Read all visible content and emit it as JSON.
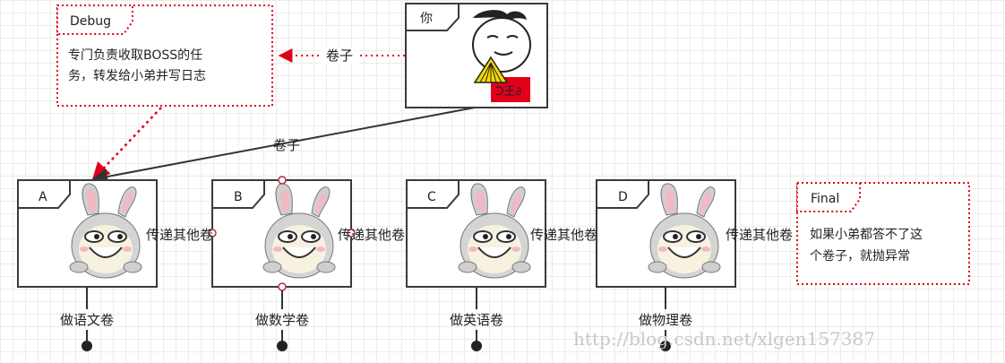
{
  "you": {
    "tag": "你"
  },
  "debug": {
    "tag": "Debug",
    "text_line1": "专门负责收取BOSS的任",
    "text_line2": "务，转发给小弟并写日志"
  },
  "final": {
    "tag": "Final",
    "text_line1": "如果小弟都答不了这",
    "text_line2": "个卷子，就抛异常"
  },
  "edges": {
    "you_to_debug": "卷子",
    "you_to_a": "卷子"
  },
  "nodes": [
    {
      "tag": "A",
      "task": "做语文卷",
      "pass": "传递其他卷"
    },
    {
      "tag": "B",
      "task": "做数学卷",
      "pass": "传递其他卷"
    },
    {
      "tag": "C",
      "task": "做英语卷",
      "pass": "传递其他卷"
    },
    {
      "tag": "D",
      "task": "做物理卷",
      "pass": "传递其他卷"
    }
  ],
  "watermark": "http://blog.csdn.net/xlgen157387",
  "colors": {
    "red": "#e0001a",
    "frame": "#3a3a3a",
    "rabbit_ear": "#f2b8c6"
  },
  "icons": {
    "you_image": "boy-with-fan-icon",
    "worker_image": "rabbit-icon"
  }
}
